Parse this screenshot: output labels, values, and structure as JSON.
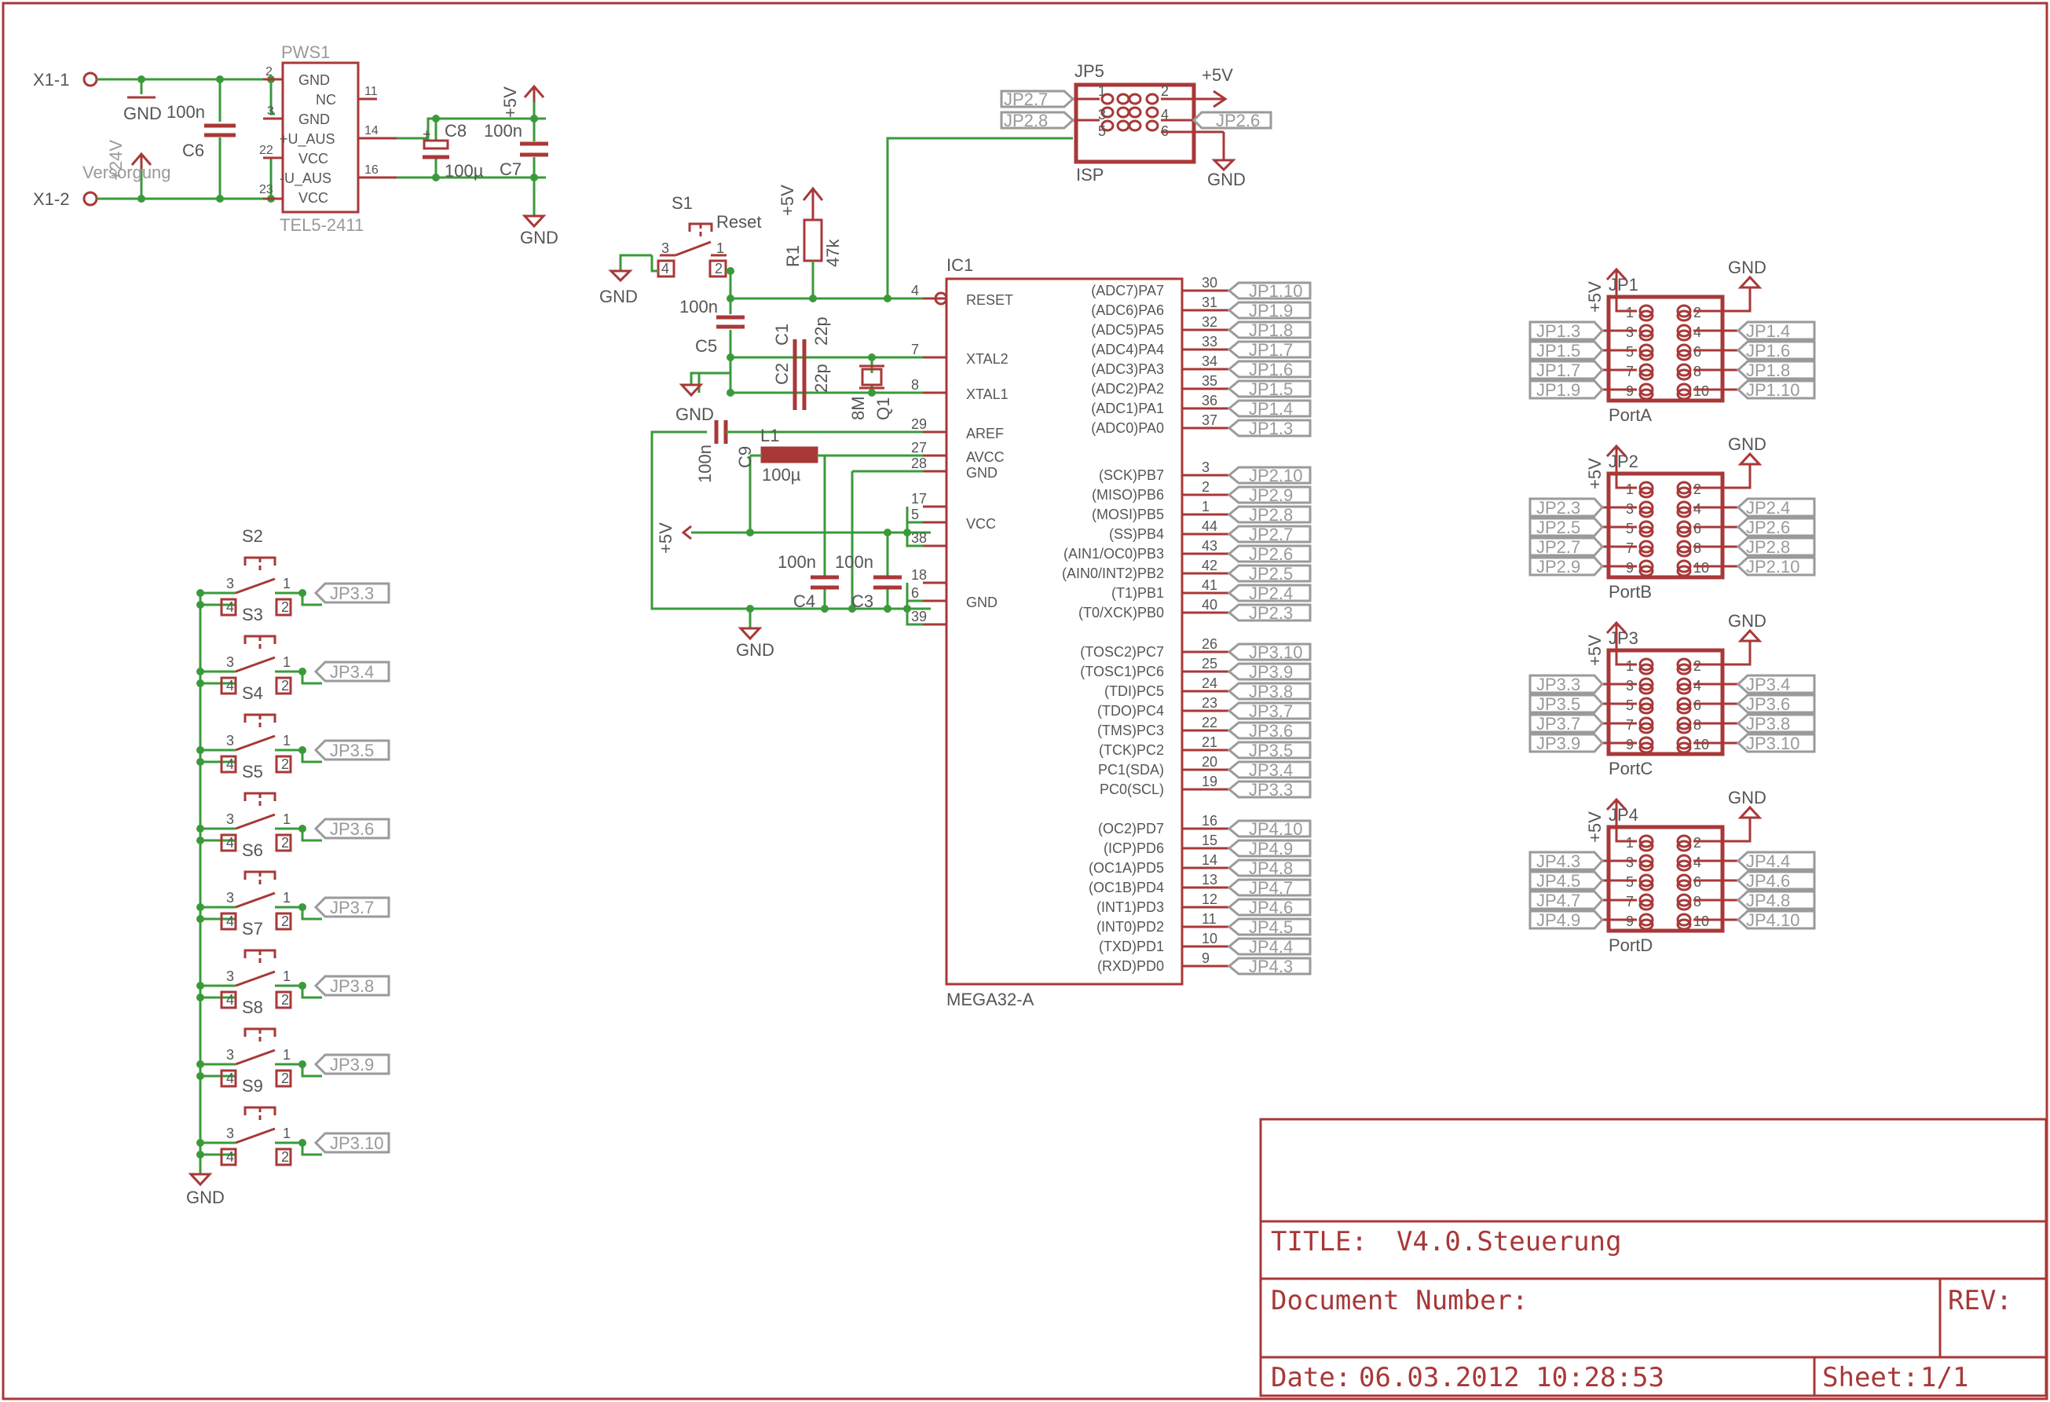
{
  "colors": {
    "wire": "#3a9a3a",
    "symbol": "#a83838",
    "label_grey": "#9a9a9a",
    "text": "#555555"
  },
  "power": {
    "x1_1": "X1-1",
    "x1_2": "X1-2",
    "gnd": "GND",
    "plus24v": "+24V",
    "versorgung": "Versorgung",
    "c6_name": "C6",
    "c6_val": "100n",
    "pws1_name": "PWS1",
    "pws1_part": "TEL5-2411",
    "pws1_pins": [
      "GND",
      "NC",
      "GND",
      "+U_AUS",
      "VCC",
      "-U_AUS",
      "VCC"
    ],
    "pws1_pin_nums": [
      "2",
      "11",
      "3",
      "14",
      "22",
      "16",
      "23"
    ],
    "plus5v": "+5V",
    "c8_name": "C8",
    "c8_val": "100µ",
    "c7_name": "C7",
    "c7_val": "100n",
    "plus_sign": "+"
  },
  "isp": {
    "name": "JP5",
    "label": "ISP",
    "plus5v": "+5V",
    "gnd": "GND",
    "pins": [
      "1",
      "2",
      "3",
      "4",
      "5",
      "6"
    ],
    "tags": [
      "JP2.7",
      "JP2.8",
      "JP2.6"
    ]
  },
  "reset": {
    "s1": "S1",
    "s1_label": "Reset",
    "pins": [
      "3",
      "1",
      "4",
      "2"
    ],
    "gnd": "GND",
    "r1": "R1",
    "r1_val": "47k",
    "plus5v": "+5V",
    "c5": "C5",
    "c5_val": "100n"
  },
  "clock": {
    "c1": "C1",
    "c1_val": "22p",
    "c2": "C2",
    "c2_val": "22p",
    "q1": "Q1",
    "q1_val": "8M",
    "gnd": "GND"
  },
  "analog": {
    "c9": "C9",
    "c9_val": "100n",
    "l1": "L1",
    "l1_val": "100µ",
    "c4": "C4",
    "c4_val": "100n",
    "c3": "C3",
    "c3_val": "100n",
    "plus5v": "+5V",
    "gnd": "GND"
  },
  "ic": {
    "name": "IC1",
    "part": "MEGA32-A",
    "left_pins": [
      {
        "n": "4",
        "l": "RESET"
      },
      {
        "n": "7",
        "l": "XTAL2"
      },
      {
        "n": "8",
        "l": "XTAL1"
      },
      {
        "n": "29",
        "l": "AREF"
      },
      {
        "n": "27",
        "l": "AVCC"
      },
      {
        "n": "28",
        "l": "GND"
      },
      {
        "n": "17",
        "l": ""
      },
      {
        "n": "5",
        "l": "VCC"
      },
      {
        "n": "38",
        "l": ""
      },
      {
        "n": "18",
        "l": ""
      },
      {
        "n": "6",
        "l": "GND"
      },
      {
        "n": "39",
        "l": ""
      }
    ],
    "right_pins": [
      {
        "n": "30",
        "l": "(ADC7)PA7",
        "tag": "JP1.10"
      },
      {
        "n": "31",
        "l": "(ADC6)PA6",
        "tag": "JP1.9"
      },
      {
        "n": "32",
        "l": "(ADC5)PA5",
        "tag": "JP1.8"
      },
      {
        "n": "33",
        "l": "(ADC4)PA4",
        "tag": "JP1.7"
      },
      {
        "n": "34",
        "l": "(ADC3)PA3",
        "tag": "JP1.6"
      },
      {
        "n": "35",
        "l": "(ADC2)PA2",
        "tag": "JP1.5"
      },
      {
        "n": "36",
        "l": "(ADC1)PA1",
        "tag": "JP1.4"
      },
      {
        "n": "37",
        "l": "(ADC0)PA0",
        "tag": "JP1.3"
      },
      {
        "n": "3",
        "l": "(SCK)PB7",
        "tag": "JP2.10"
      },
      {
        "n": "2",
        "l": "(MISO)PB6",
        "tag": "JP2.9"
      },
      {
        "n": "1",
        "l": "(MOSI)PB5",
        "tag": "JP2.8"
      },
      {
        "n": "44",
        "l": "(SS)PB4",
        "tag": "JP2.7"
      },
      {
        "n": "43",
        "l": "(AIN1/OC0)PB3",
        "tag": "JP2.6"
      },
      {
        "n": "42",
        "l": "(AIN0/INT2)PB2",
        "tag": "JP2.5"
      },
      {
        "n": "41",
        "l": "(T1)PB1",
        "tag": "JP2.4"
      },
      {
        "n": "40",
        "l": "(T0/XCK)PB0",
        "tag": "JP2.3"
      },
      {
        "n": "26",
        "l": "(TOSC2)PC7",
        "tag": "JP3.10"
      },
      {
        "n": "25",
        "l": "(TOSC1)PC6",
        "tag": "JP3.9"
      },
      {
        "n": "24",
        "l": "(TDI)PC5",
        "tag": "JP3.8"
      },
      {
        "n": "23",
        "l": "(TDO)PC4",
        "tag": "JP3.7"
      },
      {
        "n": "22",
        "l": "(TMS)PC3",
        "tag": "JP3.6"
      },
      {
        "n": "21",
        "l": "(TCK)PC2",
        "tag": "JP3.5"
      },
      {
        "n": "20",
        "l": "PC1(SDA)",
        "tag": "JP3.4"
      },
      {
        "n": "19",
        "l": "PC0(SCL)",
        "tag": "JP3.3"
      },
      {
        "n": "16",
        "l": "(OC2)PD7",
        "tag": "JP4.10"
      },
      {
        "n": "15",
        "l": "(ICP)PD6",
        "tag": "JP4.9"
      },
      {
        "n": "14",
        "l": "(OC1A)PD5",
        "tag": "JP4.8"
      },
      {
        "n": "13",
        "l": "(OC1B)PD4",
        "tag": "JP4.7"
      },
      {
        "n": "12",
        "l": "(INT1)PD3",
        "tag": "JP4.6"
      },
      {
        "n": "11",
        "l": "(INT0)PD2",
        "tag": "JP4.5"
      },
      {
        "n": "10",
        "l": "(TXD)PD1",
        "tag": "JP4.4"
      },
      {
        "n": "9",
        "l": "(RXD)PD0",
        "tag": "JP4.3"
      }
    ]
  },
  "switches": {
    "names": [
      "S2",
      "S3",
      "S4",
      "S5",
      "S6",
      "S7",
      "S8",
      "S9"
    ],
    "tags": [
      "JP3.3",
      "JP3.4",
      "JP3.5",
      "JP3.6",
      "JP3.7",
      "JP3.8",
      "JP3.9",
      "JP3.10"
    ],
    "pins": [
      "3",
      "1",
      "4",
      "2"
    ],
    "gnd": "GND"
  },
  "headers": [
    {
      "name": "JP1",
      "port": "PortA",
      "left": [
        "JP1.3",
        "JP1.5",
        "JP1.7",
        "JP1.9"
      ],
      "right": [
        "JP1.4",
        "JP1.6",
        "JP1.8",
        "JP1.10"
      ]
    },
    {
      "name": "JP2",
      "port": "PortB",
      "left": [
        "JP2.3",
        "JP2.5",
        "JP2.7",
        "JP2.9"
      ],
      "right": [
        "JP2.4",
        "JP2.6",
        "JP2.8",
        "JP2.10"
      ]
    },
    {
      "name": "JP3",
      "port": "PortC",
      "left": [
        "JP3.3",
        "JP3.5",
        "JP3.7",
        "JP3.9"
      ],
      "right": [
        "JP3.4",
        "JP3.6",
        "JP3.8",
        "JP3.10"
      ]
    },
    {
      "name": "JP4",
      "port": "PortD",
      "left": [
        "JP4.3",
        "JP4.5",
        "JP4.7",
        "JP4.9"
      ],
      "right": [
        "JP4.4",
        "JP4.6",
        "JP4.8",
        "JP4.10"
      ]
    }
  ],
  "header_common": {
    "plus5v": "+5V",
    "gnd": "GND",
    "pins_left": [
      "1",
      "3",
      "5",
      "7",
      "9"
    ],
    "pins_right": [
      "2",
      "4",
      "6",
      "8",
      "10"
    ]
  },
  "title_block": {
    "title_label": "TITLE:",
    "title": "V4.0.Steuerung",
    "docnum_label": "Document Number:",
    "rev_label": "REV:",
    "date_label": "Date:",
    "date": "06.03.2012 10:28:53",
    "sheet_label": "Sheet:",
    "sheet": "1/1"
  }
}
